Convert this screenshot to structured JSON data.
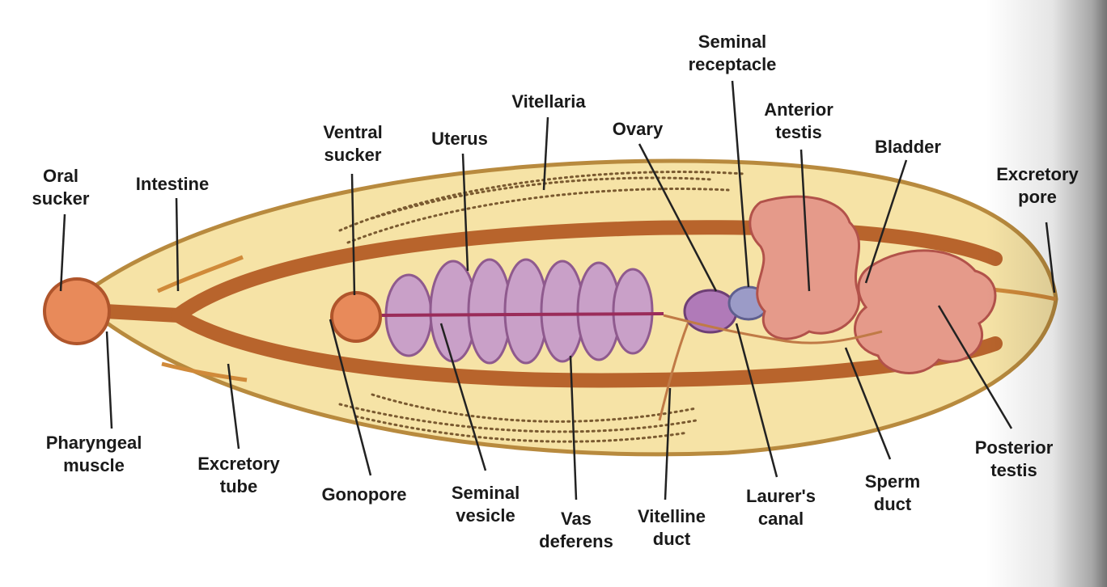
{
  "labels": {
    "oral_sucker": [
      "Oral",
      "sucker"
    ],
    "intestine": [
      "Intestine"
    ],
    "ventral_sucker": [
      "Ventral",
      "sucker"
    ],
    "uterus": [
      "Uterus"
    ],
    "vitellaria": [
      "Vitellaria"
    ],
    "ovary": [
      "Ovary"
    ],
    "seminal_receptacle": [
      "Seminal",
      "receptacle"
    ],
    "anterior_testis": [
      "Anterior",
      "testis"
    ],
    "bladder": [
      "Bladder"
    ],
    "excretory_pore": [
      "Excretory",
      "pore"
    ],
    "pharyngeal_muscle": [
      "Pharyngeal",
      "muscle"
    ],
    "excretory_tube": [
      "Excretory",
      "tube"
    ],
    "gonopore": [
      "Gonopore"
    ],
    "seminal_vesicle": [
      "Seminal",
      "vesicle"
    ],
    "vas_deferens": [
      "Vas",
      "deferens"
    ],
    "vitelline_duct": [
      "Vitelline",
      "duct"
    ],
    "laurers_canal": [
      "Laurer's",
      "canal"
    ],
    "sperm_duct": [
      "Sperm",
      "duct"
    ],
    "posterior_testis": [
      "Posterior",
      "testis"
    ]
  },
  "colors": {
    "body_fill": "#f6e3a6",
    "body_outline": "#b88a3e",
    "intestine": "#b8642c",
    "uterus": "#c9a0c8",
    "testis": "#e59a8a",
    "sucker": "#e88a5a",
    "vitellaria": "#7a5a30",
    "leader": "#222222"
  }
}
